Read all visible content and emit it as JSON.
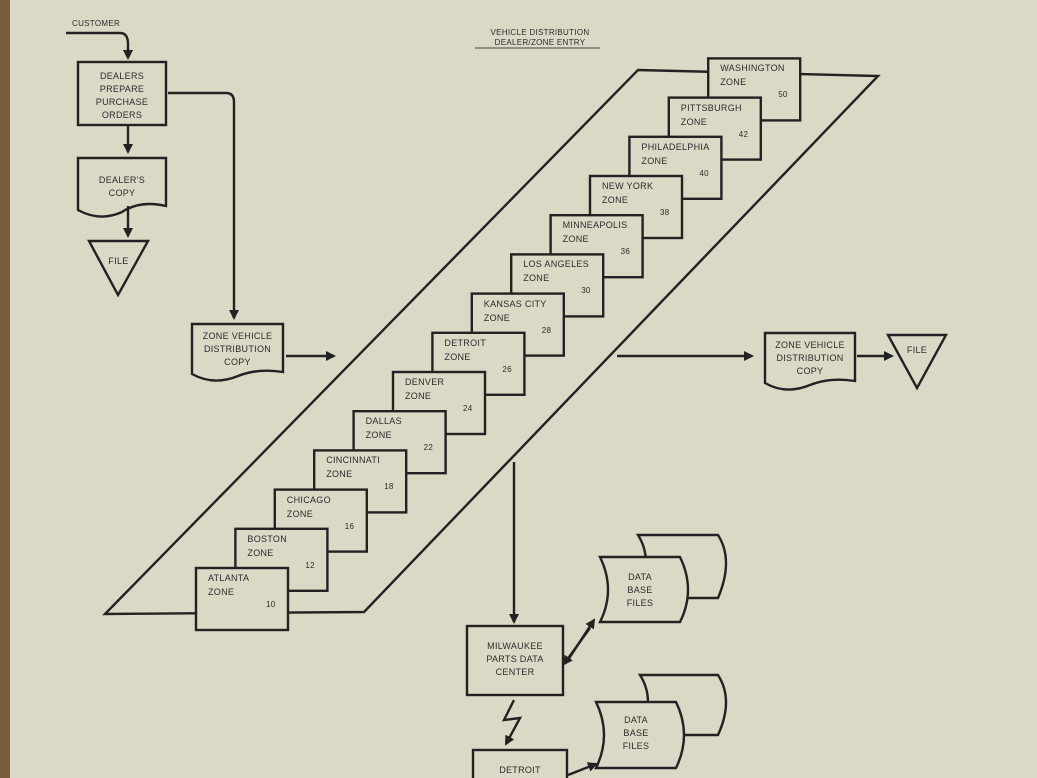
{
  "header": {
    "title_line1": "VEHICLE DISTRIBUTION",
    "title_line2": "DEALER/ZONE ENTRY"
  },
  "customer_label": "CUSTOMER",
  "dealers_box": [
    "DEALERS",
    "PREPARE",
    "PURCHASE",
    "ORDERS"
  ],
  "dealers_copy": [
    "DEALER'S",
    "COPY"
  ],
  "file_label": "FILE",
  "zone_copy_left": [
    "ZONE VEHICLE",
    "DISTRIBUTION",
    "COPY"
  ],
  "zone_copy_right": [
    "ZONE VEHICLE",
    "DISTRIBUTION",
    "COPY"
  ],
  "file_right_label": "FILE",
  "zones": [
    {
      "name": "ATLANTA",
      "suffix": "ZONE",
      "number": "10"
    },
    {
      "name": "BOSTON",
      "suffix": "ZONE",
      "number": "12"
    },
    {
      "name": "CHICAGO",
      "suffix": "ZONE",
      "number": "16"
    },
    {
      "name": "CINCINNATI",
      "suffix": "ZONE",
      "number": "18"
    },
    {
      "name": "DALLAS",
      "suffix": "ZONE",
      "number": "22"
    },
    {
      "name": "DENVER",
      "suffix": "ZONE",
      "number": "24"
    },
    {
      "name": "DETROIT",
      "suffix": "ZONE",
      "number": "26"
    },
    {
      "name": "KANSAS CITY",
      "suffix": "ZONE",
      "number": "28"
    },
    {
      "name": "LOS ANGELES",
      "suffix": "ZONE",
      "number": "30"
    },
    {
      "name": "MINNEAPOLIS",
      "suffix": "ZONE",
      "number": "36"
    },
    {
      "name": "NEW YORK",
      "suffix": "ZONE",
      "number": "38"
    },
    {
      "name": "PHILADELPHIA",
      "suffix": "ZONE",
      "number": "40"
    },
    {
      "name": "PITTSBURGH",
      "suffix": "ZONE",
      "number": "42"
    },
    {
      "name": "WASHINGTON",
      "suffix": "ZONE",
      "number": "50"
    }
  ],
  "milwaukee_box": [
    "MILWAUKEE",
    "PARTS DATA",
    "CENTER"
  ],
  "database_files_1": [
    "DATA",
    "BASE",
    "FILES"
  ],
  "database_files_2": [
    "DATA",
    "BASE",
    "FILES"
  ],
  "detroit_bottom": "DETROIT"
}
